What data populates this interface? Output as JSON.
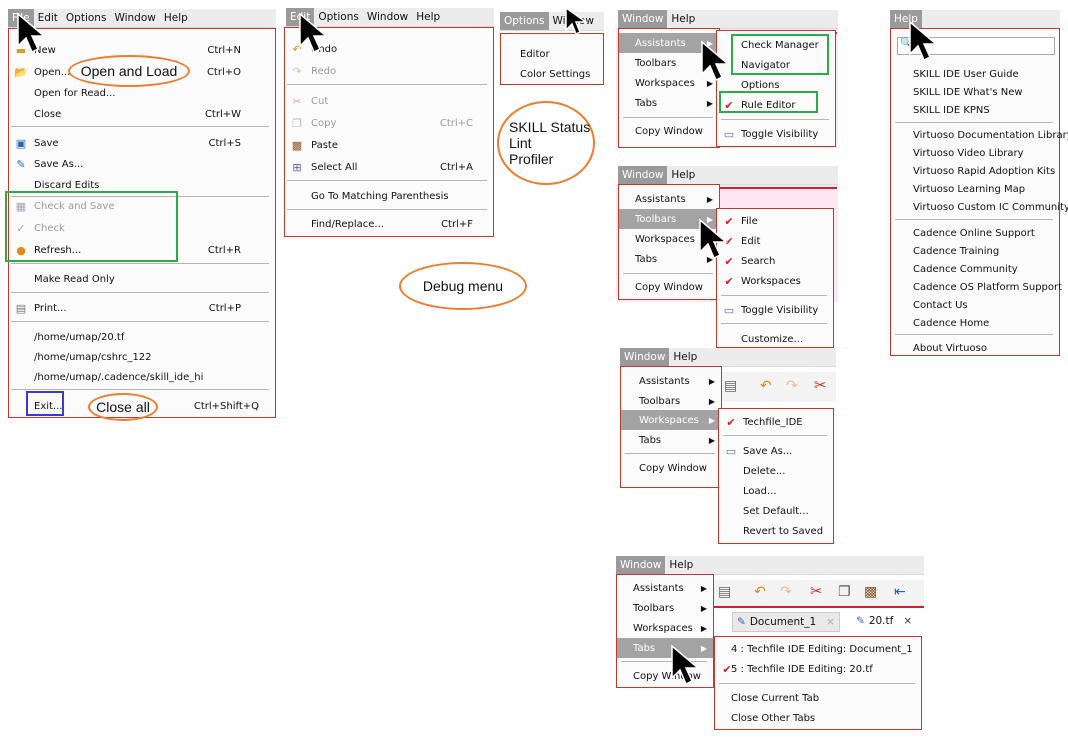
{
  "file_menu": {
    "menubar": [
      "File",
      "Edit",
      "Options",
      "Window",
      "Help"
    ],
    "items": {
      "new": {
        "label": "New",
        "shortcut": "Ctrl+N"
      },
      "open": {
        "label": "Open...",
        "shortcut": "Ctrl+O"
      },
      "open_read": {
        "label": "Open for Read..."
      },
      "close": {
        "label": "Close",
        "shortcut": "Ctrl+W"
      },
      "save": {
        "label": "Save",
        "shortcut": "Ctrl+S"
      },
      "save_as": {
        "label": "Save As..."
      },
      "discard": {
        "label": "Discard Edits"
      },
      "check_save": {
        "label": "Check and Save"
      },
      "check": {
        "label": "Check"
      },
      "refresh": {
        "label": "Refresh...",
        "shortcut": "Ctrl+R"
      },
      "read_only": {
        "label": "Make Read Only"
      },
      "print": {
        "label": "Print...",
        "shortcut": "Ctrl+P"
      },
      "recent1": {
        "label": "/home/umap/20.tf"
      },
      "recent2": {
        "label": "/home/umap/cshrc_122"
      },
      "recent3": {
        "label": "/home/umap/.cadence/skill_ide_hi"
      },
      "exit": {
        "label": "Exit...",
        "shortcut": "Ctrl+Shift+Q"
      }
    }
  },
  "edit_menu": {
    "menubar": [
      "Edit",
      "Options",
      "Window",
      "Help"
    ],
    "items": {
      "undo": {
        "label": "Undo"
      },
      "redo": {
        "label": "Redo"
      },
      "cut": {
        "label": "Cut"
      },
      "copy": {
        "label": "Copy",
        "shortcut": "Ctrl+C"
      },
      "paste": {
        "label": "Paste"
      },
      "select_all": {
        "label": "Select All",
        "shortcut": "Ctrl+A"
      },
      "matching": {
        "label": "Go To Matching Parenthesis"
      },
      "find": {
        "label": "Find/Replace...",
        "shortcut": "Ctrl+F"
      }
    }
  },
  "options_menu": {
    "menubar": [
      "Options",
      "Window"
    ],
    "items": [
      "Editor",
      "Color Settings"
    ]
  },
  "window_menu": {
    "menubar": [
      "Window",
      "Help"
    ],
    "items": [
      "Assistants",
      "Toolbars",
      "Workspaces",
      "Tabs",
      "Copy Window"
    ],
    "assistants_sub": [
      "Check Manager",
      "Navigator",
      "Options",
      "Rule Editor",
      "Toggle Visibility"
    ],
    "toolbars_sub": [
      "File",
      "Edit",
      "Search",
      "Workspaces",
      "Toggle Visibility",
      "Customize..."
    ],
    "workspaces_sub": [
      "Techfile_IDE",
      "Save As...",
      "Delete...",
      "Load...",
      "Set Default...",
      "Revert to Saved"
    ],
    "tabs_sub": [
      "4 : Techfile IDE Editing: Document_1",
      "5 : Techfile IDE Editing: 20.tf",
      "Close Current Tab",
      "Close Other Tabs"
    ],
    "doc_tabs": [
      "Document_1",
      "20.tf"
    ]
  },
  "help_menu": {
    "menubar": [
      "Help"
    ],
    "items": [
      "SKILL IDE User Guide",
      "SKILL IDE What's New",
      "SKILL IDE KPNS",
      "Virtuoso Documentation Library",
      "Virtuoso Video Library",
      "Virtuoso Rapid Adoption Kits",
      "Virtuoso Learning Map",
      "Virtuoso Custom IC Community",
      "Cadence Online Support",
      "Cadence Training",
      "Cadence Community",
      "Cadence OS Platform Support",
      "Contact Us",
      "Cadence Home",
      "About Virtuoso"
    ]
  },
  "annotations": {
    "open_and_load": "Open and Load",
    "close_all": "Close all",
    "debug_menu": "Debug menu",
    "skill_lines": [
      "SKILL Status",
      "Lint",
      "Profiler"
    ]
  },
  "colors": {
    "accent_red": "#d1202c",
    "highlight_green": "#2eaa47",
    "annotation_orange": "#ed7d31",
    "highlight_blue": "#3a3ad0"
  }
}
